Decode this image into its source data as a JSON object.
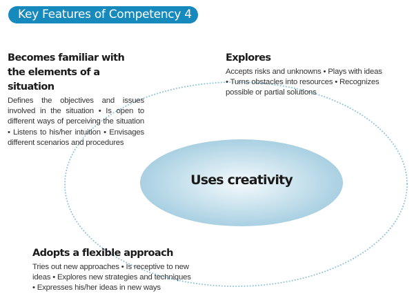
{
  "title": "Key Features of Competency 4",
  "center": {
    "label": "Uses creativity"
  },
  "features": [
    {
      "heading": "Becomes familiar with the elements of a situation",
      "body": "Defines the objectives and issues involved in the situation • Is open to different ways of perceiving the situation • Listens to his/her intuition • Envisages different scenarios and procedures"
    },
    {
      "heading": "Explores",
      "body": "Accepts risks and unknowns • Plays with ideas • Turns obstacles into resources • Recognizes possible or partial solutions"
    },
    {
      "heading": "Adopts a flexible approach",
      "body": "Tries out new approaches • Is receptive to new ideas • Explores new strategies and techniques • Expresses his/her ideas in new ways"
    }
  ],
  "colors": {
    "title_bg": "#1689bd",
    "orbit_dots": "#8fc3dc",
    "center_fill": "#b3d6e6"
  }
}
